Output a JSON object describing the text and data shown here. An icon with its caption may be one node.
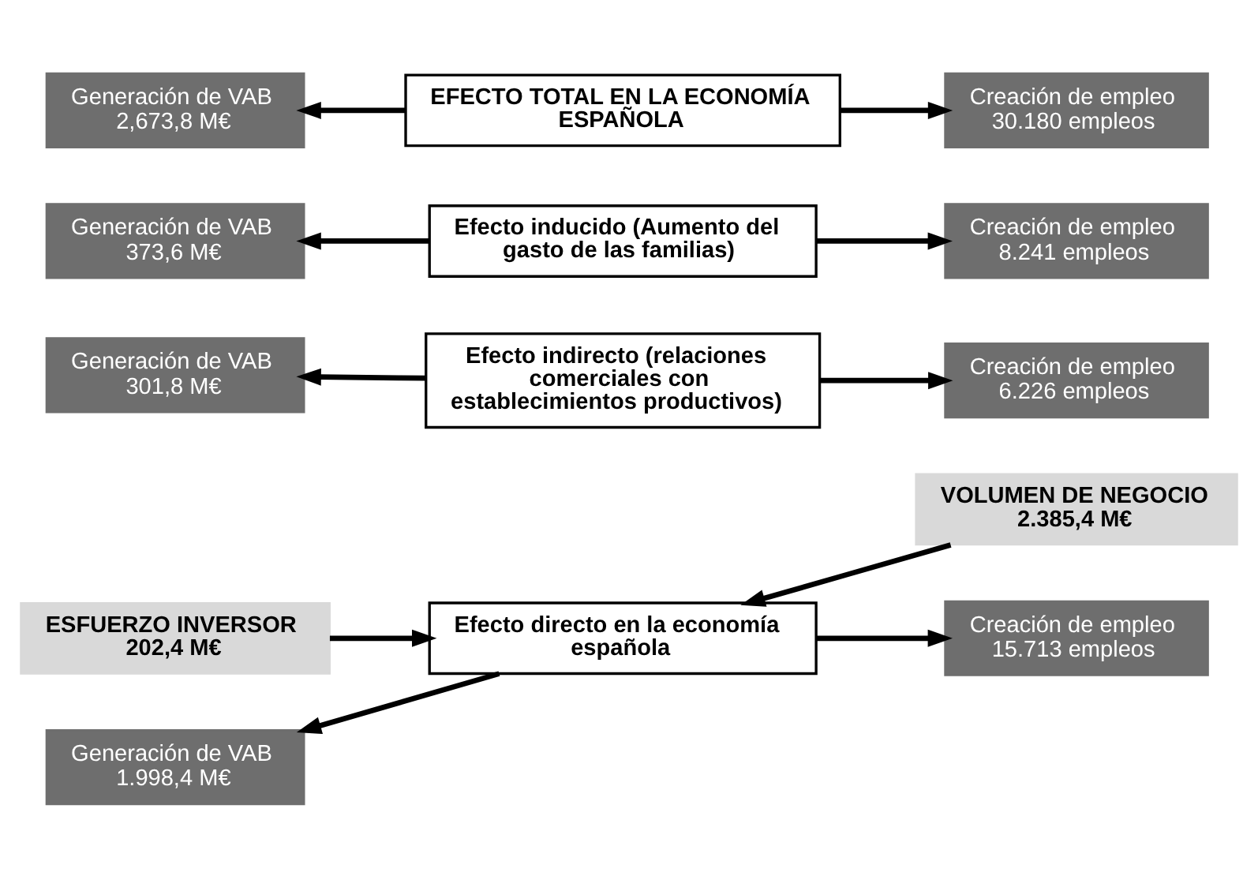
{
  "diagram": {
    "nodes": [
      {
        "text": [
          "ESFUERZO INVERSOR",
          "202,4 M€"
        ]
      },
      {
        "text": [
          "VOLUMEN DE NEGOCIO",
          "2.385,4 M€"
        ]
      },
      {
        "text": [
          "Efecto directo en la economía española"
        ]
      },
      {
        "text": [
          "Generación de VAB",
          "1.998,4 M€"
        ]
      },
      {
        "text": [
          "Creación de empleo",
          "15.713 empleos"
        ]
      },
      {
        "text": [
          "Efecto indirecto (relaciones comerciales con establecimientos productivos)"
        ]
      },
      {
        "text": [
          "Generación de VAB",
          "301,8 M€"
        ]
      },
      {
        "text": [
          "Creación de empleo",
          "6.226 empleos"
        ]
      },
      {
        "text": [
          "Efecto inducido (Aumento del gasto de las familias)"
        ]
      },
      {
        "text": [
          "Generación de VAB",
          "373,6 M€"
        ]
      },
      {
        "text": [
          "Creación de empleo",
          "8.241 empleos"
        ]
      },
      {
        "text": [
          "EFECTO TOTAL EN LA ECONOMÍA ESPAÑOLA"
        ]
      },
      {
        "text": [
          "Generación de VAB",
          "2,673,8 M€"
        ]
      },
      {
        "text": [
          "Creación de empleo",
          "30.180 empleos"
        ]
      }
    ],
    "edges": [
      {
        "from": 0,
        "to": 2,
        "arrow": "to"
      },
      {
        "from": 1,
        "to": 2,
        "arrow": "to"
      },
      {
        "from": 2,
        "to": 3,
        "arrow": "to"
      },
      {
        "from": 2,
        "to": 4,
        "arrow": "to"
      },
      {
        "from": 5,
        "to": 6,
        "arrow": "to"
      },
      {
        "from": 5,
        "to": 7,
        "arrow": "to"
      },
      {
        "from": 8,
        "to": 9,
        "arrow": "to"
      },
      {
        "from": 8,
        "to": 10,
        "arrow": "to"
      },
      {
        "from": 11,
        "to": 12,
        "arrow": "to"
      },
      {
        "from": 11,
        "to": 13,
        "arrow": "to"
      }
    ]
  }
}
